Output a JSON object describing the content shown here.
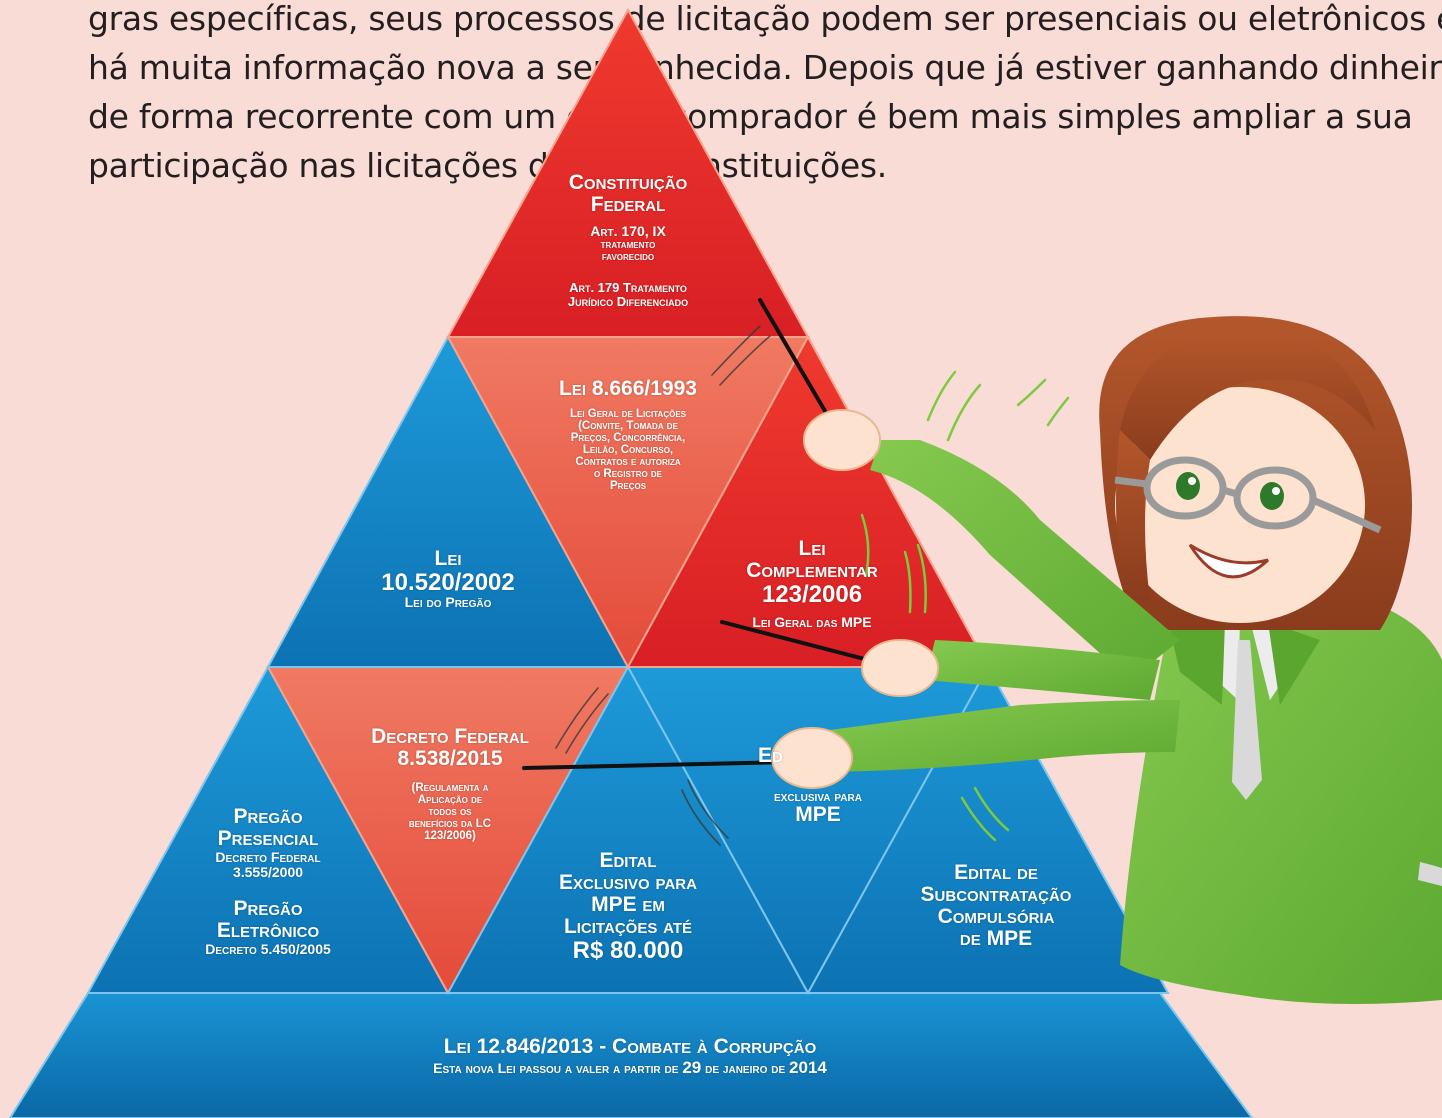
{
  "intro": {
    "line1": "gras específicas, seus processos de licitação podem ser presenciais ou eletrônicos e",
    "line2": "há muita informação nova a ser conhecida. Depois que já estiver ganhando dinheiro",
    "line3": "de forma recorrente com um órgão comprador é bem mais simples ampliar a sua",
    "line4": "participação nas licitações de outras instituições."
  },
  "pyramid": {
    "constituicao": {
      "title1": "Constituição",
      "title2": "Federal",
      "art170": "Art. 170, IX",
      "art170_desc1": "tratamento",
      "art170_desc2": "favorecido",
      "art179_1": "Art. 179 Tratamento",
      "art179_2": "Jurídico Diferenciado"
    },
    "lei8666": {
      "title": "Lei 8.666/1993",
      "desc1": "Lei Geral de Licitações",
      "desc2": "(Convite, Tomada de",
      "desc3": "Preços, Concorrência,",
      "desc4": "Leilão, Concurso,",
      "desc5": "Contratos e autoriza",
      "desc6": "o Registro de",
      "desc7": "Preços"
    },
    "lei10520": {
      "title1": "Lei",
      "title2": "10.520/2002",
      "desc": "Lei do Pregão"
    },
    "lc123": {
      "title1": "Lei",
      "title2": "Complementar",
      "title3": "123/2006",
      "desc": "Lei Geral das MPE"
    },
    "decreto8538": {
      "title1": "Decreto Federal",
      "title2": "8.538/2015",
      "desc1": "(Regulamenta a",
      "desc2": "Aplicação de",
      "desc3": "todos os",
      "desc4": "benefícios da LC",
      "desc5": "123/2006)"
    },
    "pregao": {
      "presencial1": "Pregão",
      "presencial2": "Presencial",
      "presencial_dec1": "Decreto Federal",
      "presencial_dec2": "3.555/2000",
      "eletronico1": "Pregão",
      "eletronico2": "Eletrônico",
      "eletronico_dec": "Decreto 5.450/2005"
    },
    "edital_exclusivo": {
      "line1": "Edital",
      "line2": "Exclusivo para",
      "line3": "MPE em",
      "line4": "Licitações até",
      "line5": "R$ 80.000"
    },
    "edital_cota": {
      "line1": "Ed",
      "line2": "exclusiva para",
      "line3": "MPE"
    },
    "edital_sub": {
      "line1": "Edital de",
      "line2": "Subcontratação",
      "line3": "Compulsória",
      "line4": "de MPE"
    },
    "lei12846": {
      "title": "Lei 12.846/2013 - Combate à Corrupção",
      "desc_pre": "Esta nova Lei passou a valer a partir de ",
      "desc_day": "29",
      "desc_mid": " de janeiro de ",
      "desc_year": "2014"
    }
  },
  "colors": {
    "background": "#f9dcd6",
    "red": "#e8262a",
    "salmon": "#ee6a55",
    "blue": "#1189cf",
    "blue_dark": "#0b6fae",
    "green": "#6dbb3c"
  }
}
